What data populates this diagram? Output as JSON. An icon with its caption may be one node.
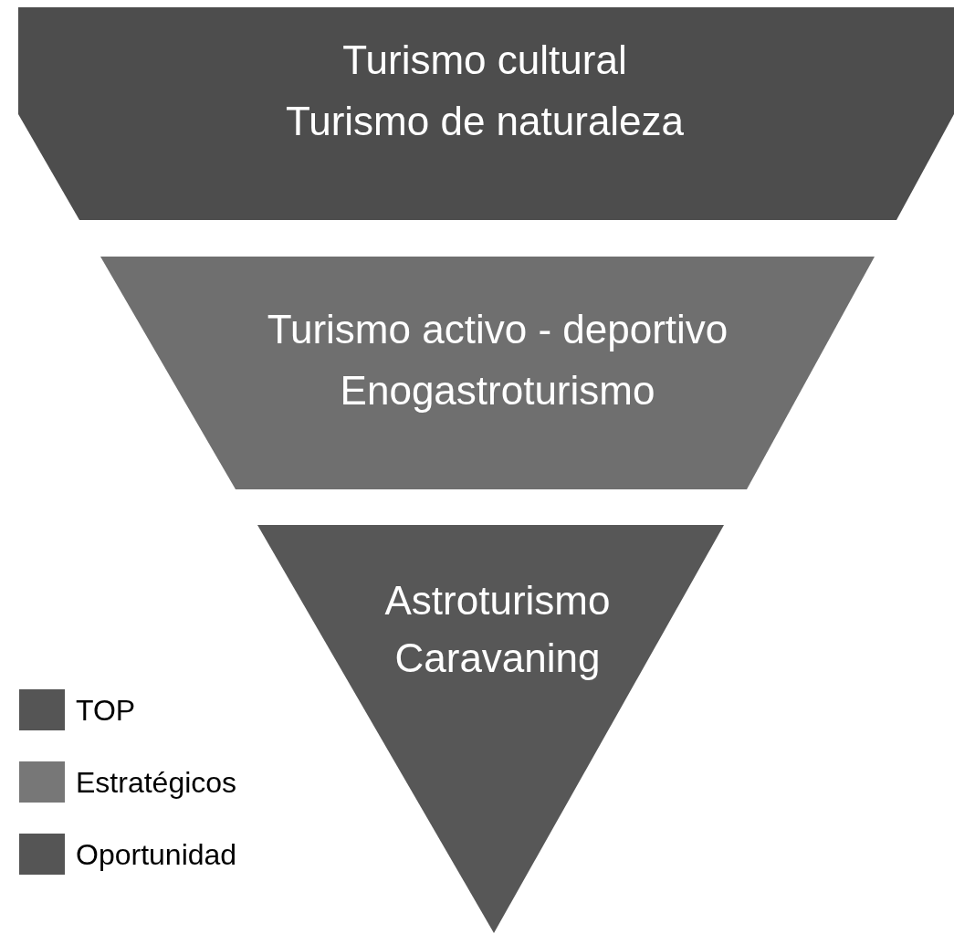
{
  "diagram": {
    "nodes": [
      {
        "text": [
          "Turismo cultural",
          "Turismo de naturaleza"
        ]
      },
      {
        "text": [
          "Turismo activo - deportivo",
          "Enogastroturismo"
        ]
      },
      {
        "text": [
          "Astroturismo",
          "Caravaning"
        ]
      }
    ],
    "legend": [
      {
        "text": "TOP",
        "color": "#555555"
      },
      {
        "text": "Estratégicos",
        "color": "#777777"
      },
      {
        "text": "Oportunidad",
        "color": "#555555"
      }
    ]
  }
}
